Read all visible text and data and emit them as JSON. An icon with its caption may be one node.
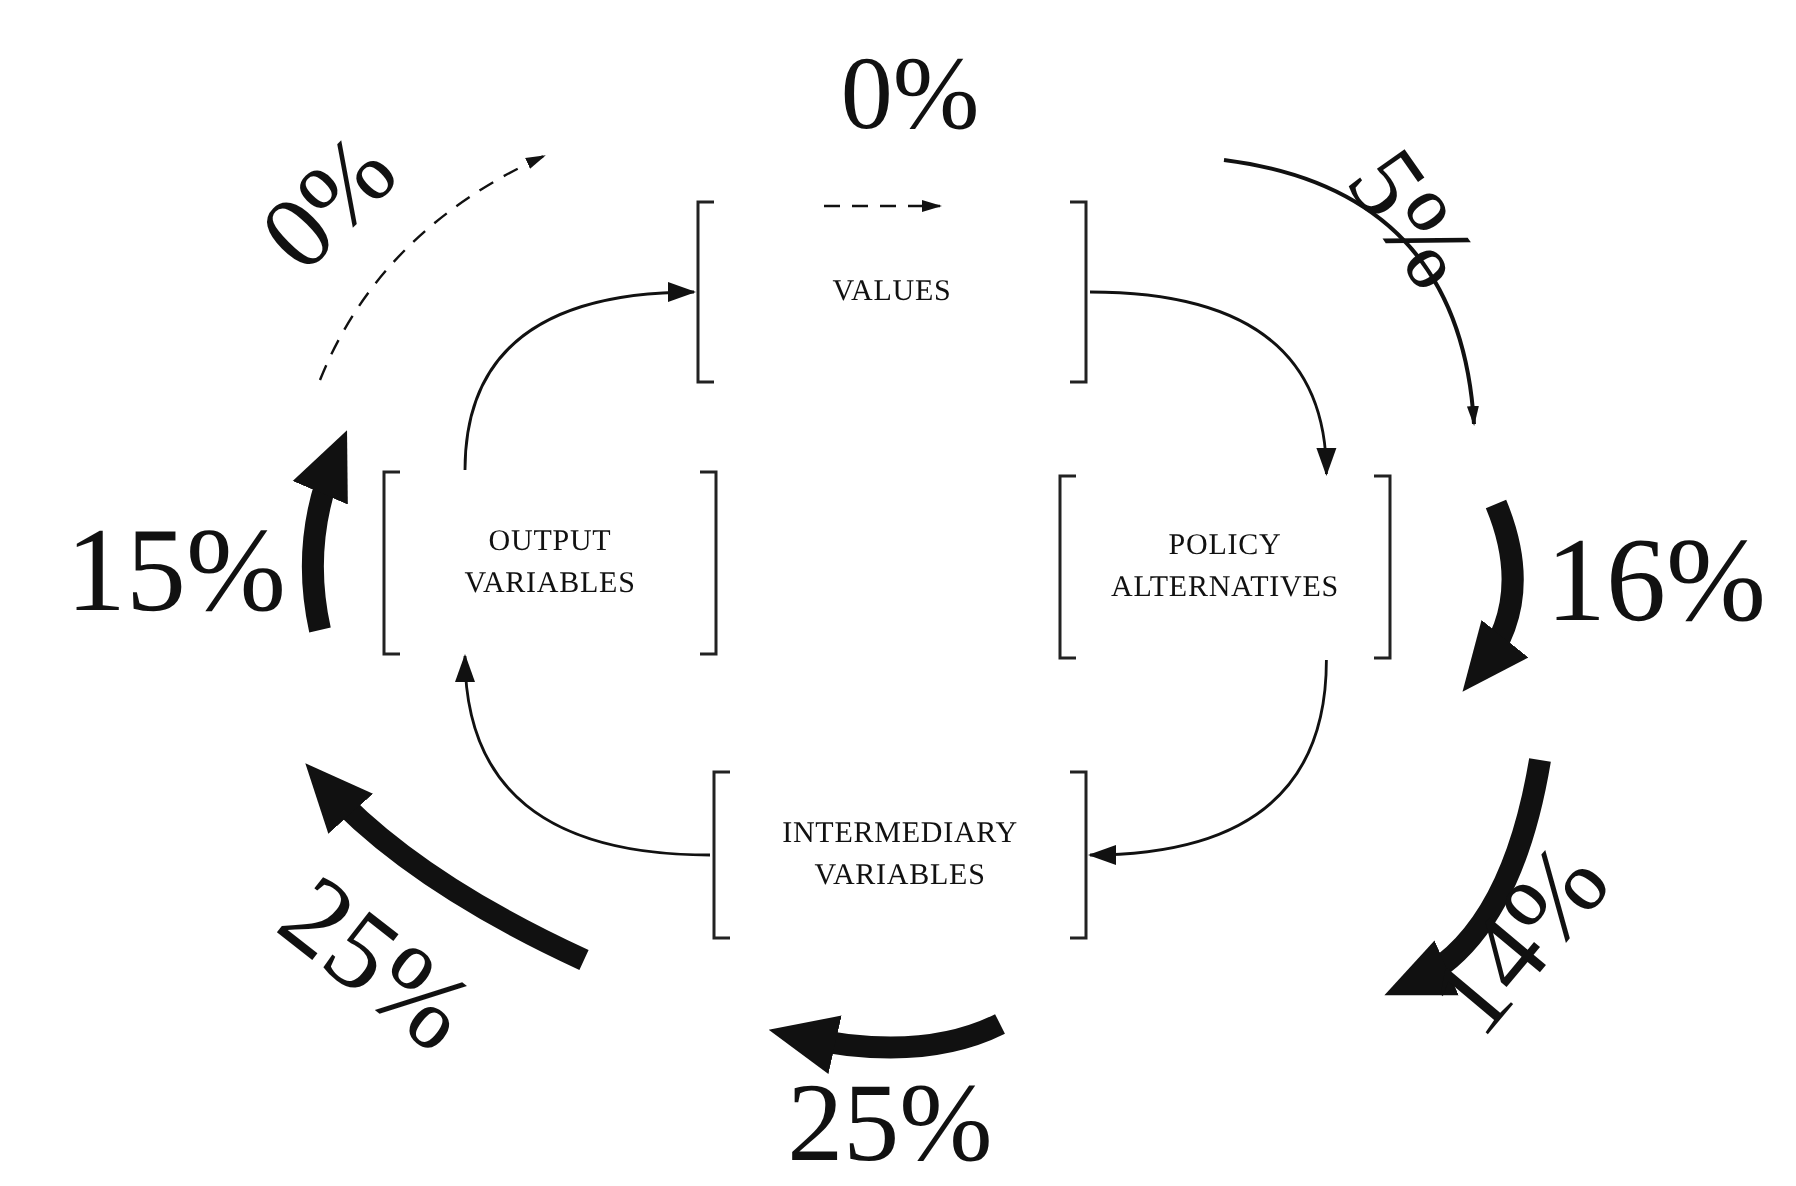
{
  "diagram": {
    "nodes": [
      {
        "text": [
          "VALUES"
        ]
      },
      {
        "text": [
          "POLICY ALTERNATIVES"
        ]
      },
      {
        "text": [
          "INTERMEDIARY VARIABLES"
        ]
      },
      {
        "text": [
          "OUTPUT VARIABLES"
        ]
      }
    ],
    "edges": [
      {
        "from": 0,
        "to": 1,
        "arrow": "to"
      },
      {
        "from": 1,
        "to": 2,
        "arrow": "to"
      },
      {
        "from": 2,
        "to": 3,
        "arrow": "to"
      },
      {
        "from": 3,
        "to": 0,
        "arrow": "to"
      }
    ],
    "labels": [
      "0%",
      "0%",
      "5%",
      "15%",
      "16%",
      "14%",
      "25%",
      "25%"
    ]
  }
}
